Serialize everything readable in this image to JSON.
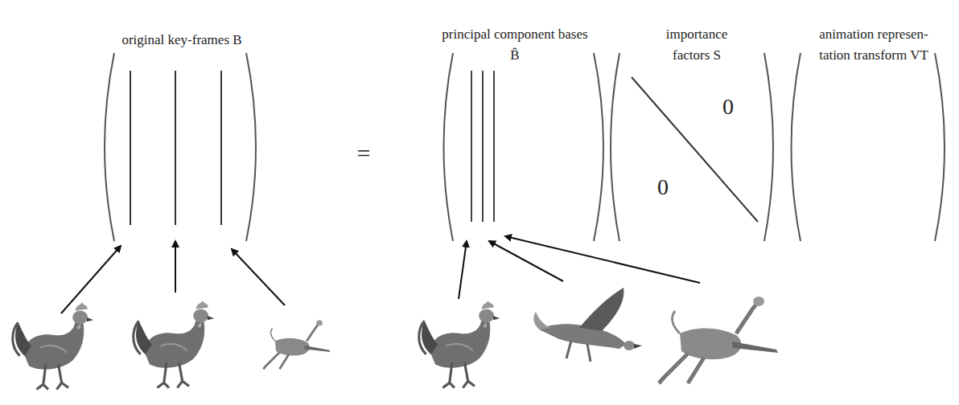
{
  "diagram": {
    "labels": [
      "original key-frames B",
      "principal component bases B̂",
      "importance factors S",
      "animation represen- tation transform VT",
      "=",
      "0",
      "0"
    ]
  }
}
